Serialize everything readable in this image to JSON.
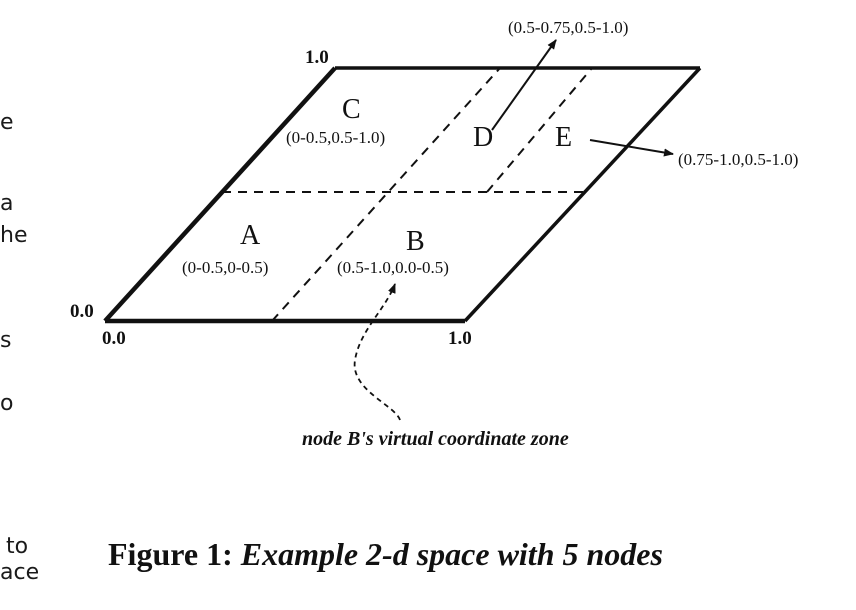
{
  "side_text": [
    "e",
    "a",
    "he",
    "s",
    "o",
    "to",
    "ace"
  ],
  "axis_labels": {
    "top_left": "1.0",
    "left": "0.0",
    "bottom_left": "0.0",
    "bottom_right": "1.0"
  },
  "zones": [
    {
      "id": "A",
      "letter": "A",
      "range": "(0-0.5,0-0.5)"
    },
    {
      "id": "B",
      "letter": "B",
      "range": "(0.5-1.0,0.0-0.5)"
    },
    {
      "id": "C",
      "letter": "C",
      "range": "(0-0.5,0.5-1.0)"
    },
    {
      "id": "D",
      "letter": "D",
      "range": "(0.5-0.75,0.5-1.0)"
    },
    {
      "id": "E",
      "letter": "E",
      "range": "(0.75-1.0,0.5-1.0)"
    }
  ],
  "annotation": "node B's virtual coordinate zone",
  "caption": {
    "prefix": "Figure 1:",
    "text": "Example 2-d space with 5 nodes"
  }
}
